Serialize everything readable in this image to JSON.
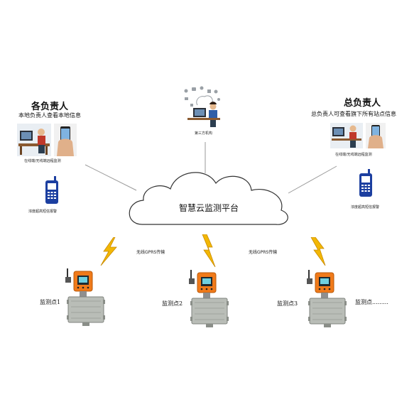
{
  "left_manager": {
    "title": "各负责人",
    "subtitle": "本地负责人查看本地信息",
    "monitor_caption": "在线端/无线端远程监测",
    "sms_caption": "浓度超高短信报警"
  },
  "right_manager": {
    "title": "总负责人",
    "subtitle": "总负责人可查看旗下所有站点信息",
    "monitor_caption": "在线端/无线端远程监测",
    "sms_caption": "浓度超高短信报警"
  },
  "third_party": {
    "caption": "第三方机构"
  },
  "cloud": {
    "label": "智慧云监测平台"
  },
  "links": {
    "left_label": "无线GPRS传输",
    "right_label": "无线GPRS传输"
  },
  "stations": [
    {
      "label": "监测点1"
    },
    {
      "label": "监测点2"
    },
    {
      "label": "监测点3"
    },
    {
      "label": "监测点........."
    }
  ],
  "colors": {
    "line": "#9a9a9a",
    "lightning": "#f2b705",
    "lightning_dark": "#c98a00",
    "phone": "#1c3fa0",
    "detector": "#f07a1a",
    "enclosure": "#b9bdb7"
  }
}
